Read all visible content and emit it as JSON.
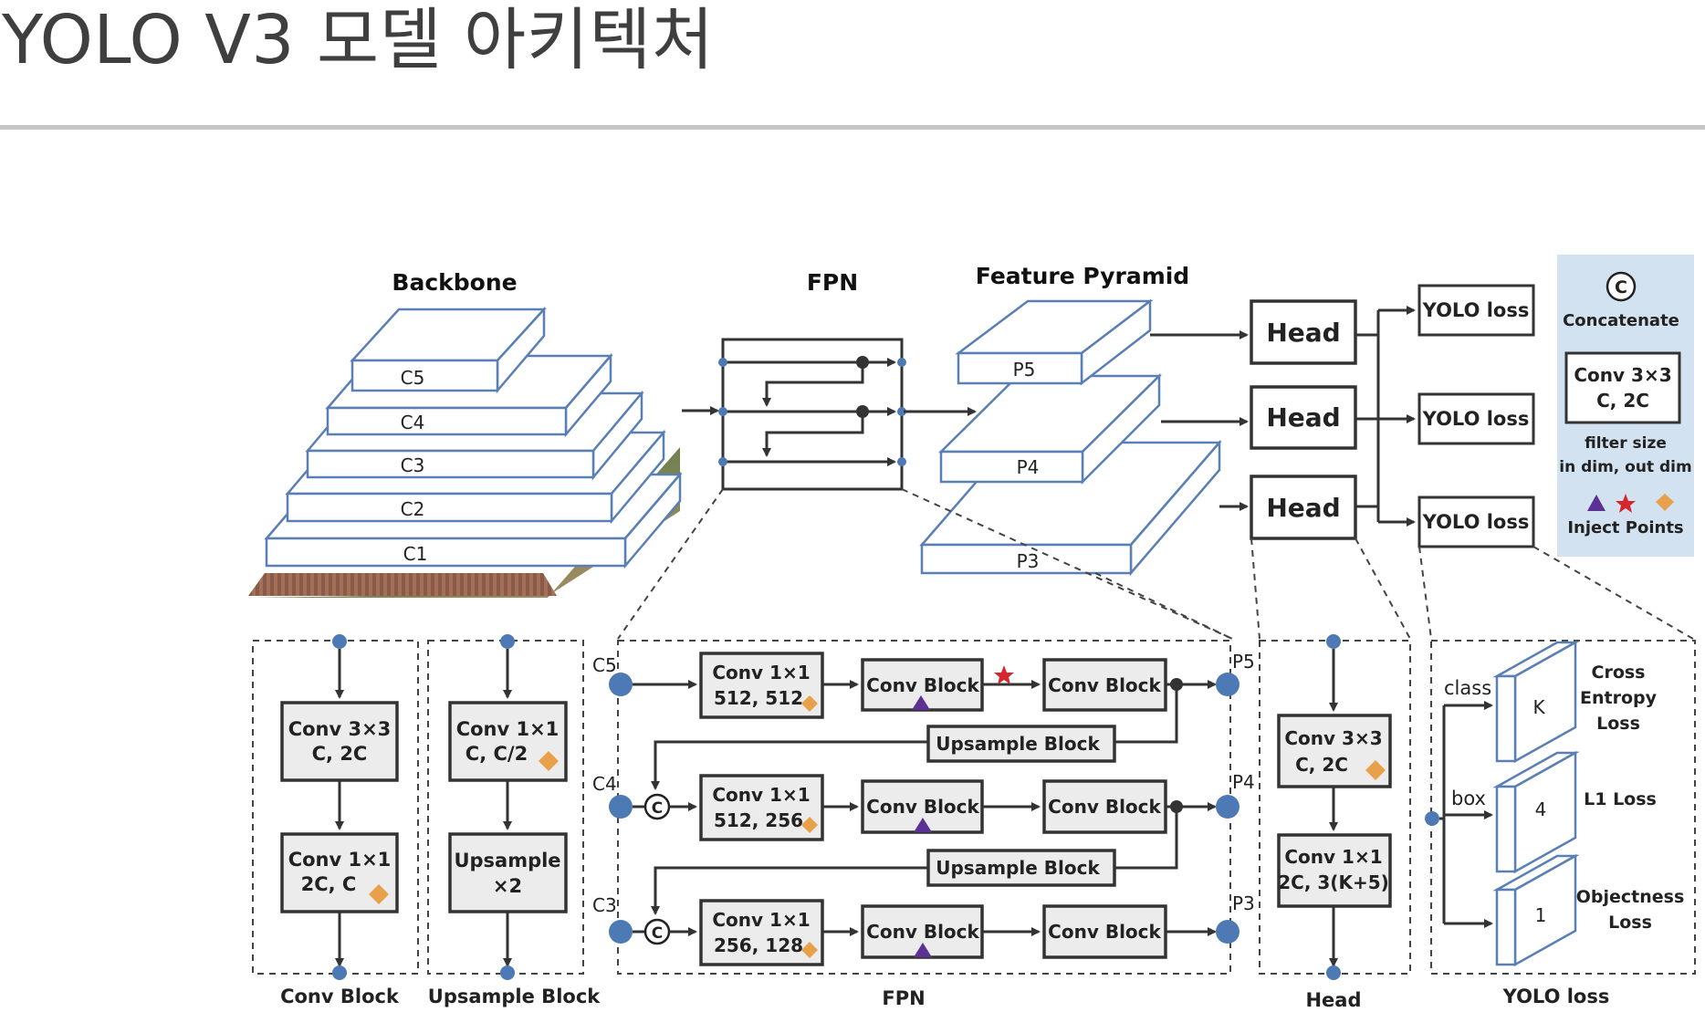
{
  "slide": {
    "title": "YOLO V3 모델 아키텍처"
  },
  "sections": {
    "backbone": "Backbone",
    "fpn": "FPN",
    "feature_pyramid": "Feature Pyramid"
  },
  "backbone_layers": [
    "C1",
    "C2",
    "C3",
    "C4",
    "C5"
  ],
  "pyramid_levels": [
    "P5",
    "P4",
    "P3"
  ],
  "heads": [
    "Head",
    "Head",
    "Head"
  ],
  "losses": [
    "YOLO loss",
    "YOLO loss",
    "YOLO loss"
  ],
  "legend": {
    "concat_symbol": "C",
    "concat_label": "Concatenate",
    "conv_line1": "Conv 3×3",
    "conv_line2": "C, 2C",
    "filter_line1": "filter size",
    "filter_line2": "in dim, out dim",
    "inject_label": "Inject Points",
    "colors": {
      "panel": "#d3e2f1",
      "triangle": "#5b3293",
      "star": "#d7262b",
      "diamond": "#e8a04a",
      "box_edge": "#5a7fb5",
      "node": "#4d7ab5"
    }
  },
  "conv_block_detail": {
    "box1_line1": "Conv 3×3",
    "box1_line2": "C, 2C",
    "box2_line1": "Conv 1×1",
    "box2_line2": "2C, C",
    "caption": "Conv Block"
  },
  "upsample_block_detail": {
    "box1_line1": "Conv 1×1",
    "box1_line2": "C, C/2",
    "box2_line1": "Upsample",
    "box2_line2": "×2",
    "caption": "Upsample Block"
  },
  "fpn_detail": {
    "caption": "FPN",
    "inputs": [
      "C5",
      "C4",
      "C3"
    ],
    "outputs": [
      "P5",
      "P4",
      "P3"
    ],
    "rows": [
      {
        "conv_line1": "Conv 1×1",
        "conv_line2": "512, 512",
        "block1": "Conv Block",
        "block2": "Conv Block"
      },
      {
        "conv_line1": "Conv 1×1",
        "conv_line2": "512, 256",
        "block1": "Conv Block",
        "block2": "Conv Block"
      },
      {
        "conv_line1": "Conv 1×1",
        "conv_line2": "256, 128",
        "block1": "Conv Block",
        "block2": "Conv Block"
      }
    ],
    "upsample_labels": [
      "Upsample Block",
      "Upsample Block"
    ],
    "concat_symbols": [
      "C",
      "C"
    ]
  },
  "head_detail": {
    "box1_line1": "Conv 3×3",
    "box1_line2": "C, 2C",
    "box2_line1": "Conv 1×1",
    "box2_line2": "2C, 3(K+5)",
    "caption": "Head"
  },
  "yolo_loss_detail": {
    "caption": "YOLO loss",
    "branch_class": "class",
    "branch_box": "box",
    "slabs": [
      "K",
      "4",
      "1"
    ],
    "loss1_line1": "Cross",
    "loss1_line2": "Entropy",
    "loss1_line3": "Loss",
    "loss2": "L1 Loss",
    "loss3_line1": "Objectness",
    "loss3_line2": "Loss"
  }
}
